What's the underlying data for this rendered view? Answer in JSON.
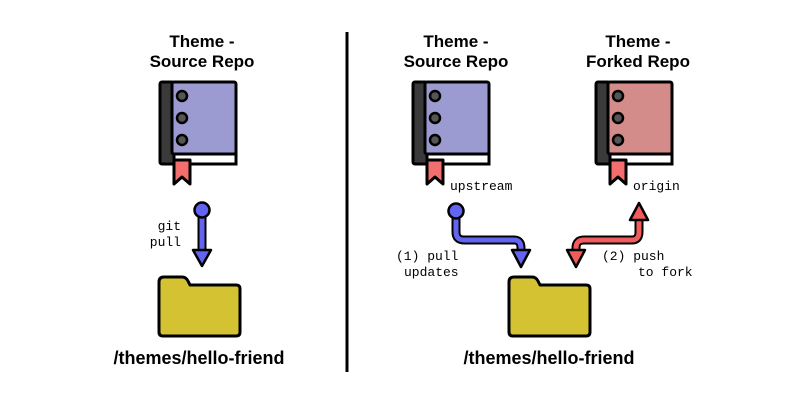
{
  "left_panel": {
    "title_line1": "Theme -",
    "title_line2": "Source Repo",
    "arrow_label_line1": "git",
    "arrow_label_line2": "pull",
    "folder_label": "/themes/hello-friend"
  },
  "right_panel": {
    "source": {
      "title_line1": "Theme -",
      "title_line2": "Source Repo",
      "remote_label": "upstream"
    },
    "fork": {
      "title_line1": "Theme -",
      "title_line2": "Forked Repo",
      "remote_label": "origin"
    },
    "step1_line1": "(1) pull",
    "step1_line2": "updates",
    "step2_line1": "(2) push",
    "step2_line2": "to fork",
    "folder_label": "/themes/hello-friend"
  },
  "colors": {
    "source_book": "#9c9bd1",
    "fork_book": "#d38c8a",
    "book_spine": "#3a3a3a",
    "book_pages": "#ffffff",
    "bookmark": "#f26f6e",
    "folder": "#d4c233",
    "pull_arrow": "#6464f2",
    "push_arrow": "#f25c5c",
    "divider": "#000000"
  },
  "icons": {
    "book": "book-icon",
    "folder": "folder-icon",
    "bookmark": "bookmark-icon"
  }
}
